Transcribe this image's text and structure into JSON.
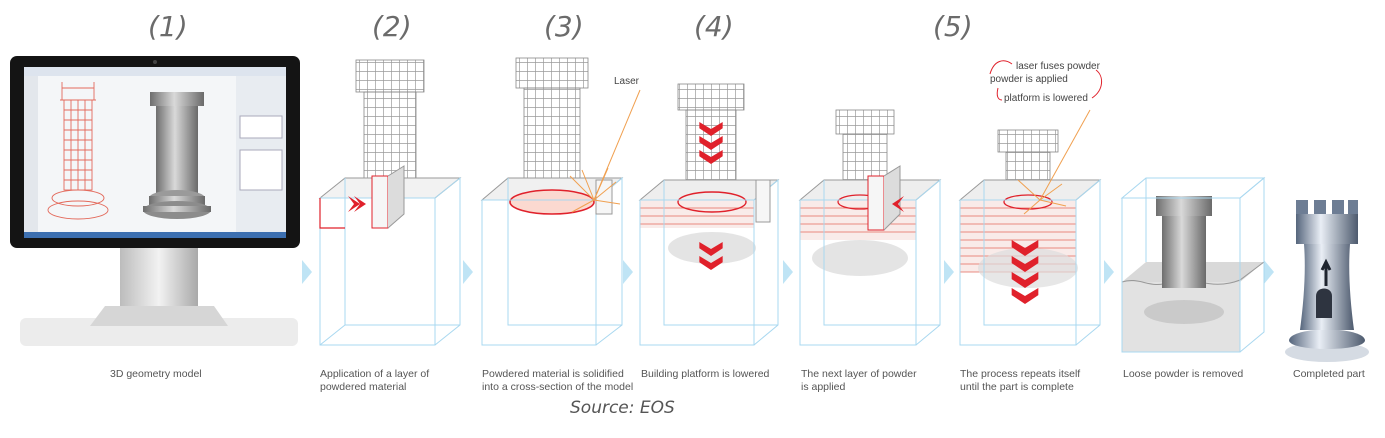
{
  "step_numbers": [
    "(1)",
    "(2)",
    "(3)",
    "(4)",
    "(5)"
  ],
  "captions": {
    "model": "3D geometry model",
    "layer": "Application of a layer of\npowdered material",
    "solidified": "Powdered material is solidified\ninto a cross-section of the model",
    "lowered": "Building platform is lowered",
    "next_layer": "The next layer of powder\nis applied",
    "repeat": "The process repeats itself\nuntil the part is complete",
    "removed": "Loose powder is removed",
    "completed": "Completed part"
  },
  "labels": {
    "laser": "Laser",
    "cycle": [
      "laser fuses powder",
      "powder is applied",
      "platform is lowered"
    ]
  },
  "source": "Source: EOS",
  "colors": {
    "accent_red": "#e0212b",
    "wire_red": "#e36a5c",
    "box_blue": "#a9d8f0",
    "arrow_blue": "#bfe4f5",
    "laser": "#f0a050"
  }
}
